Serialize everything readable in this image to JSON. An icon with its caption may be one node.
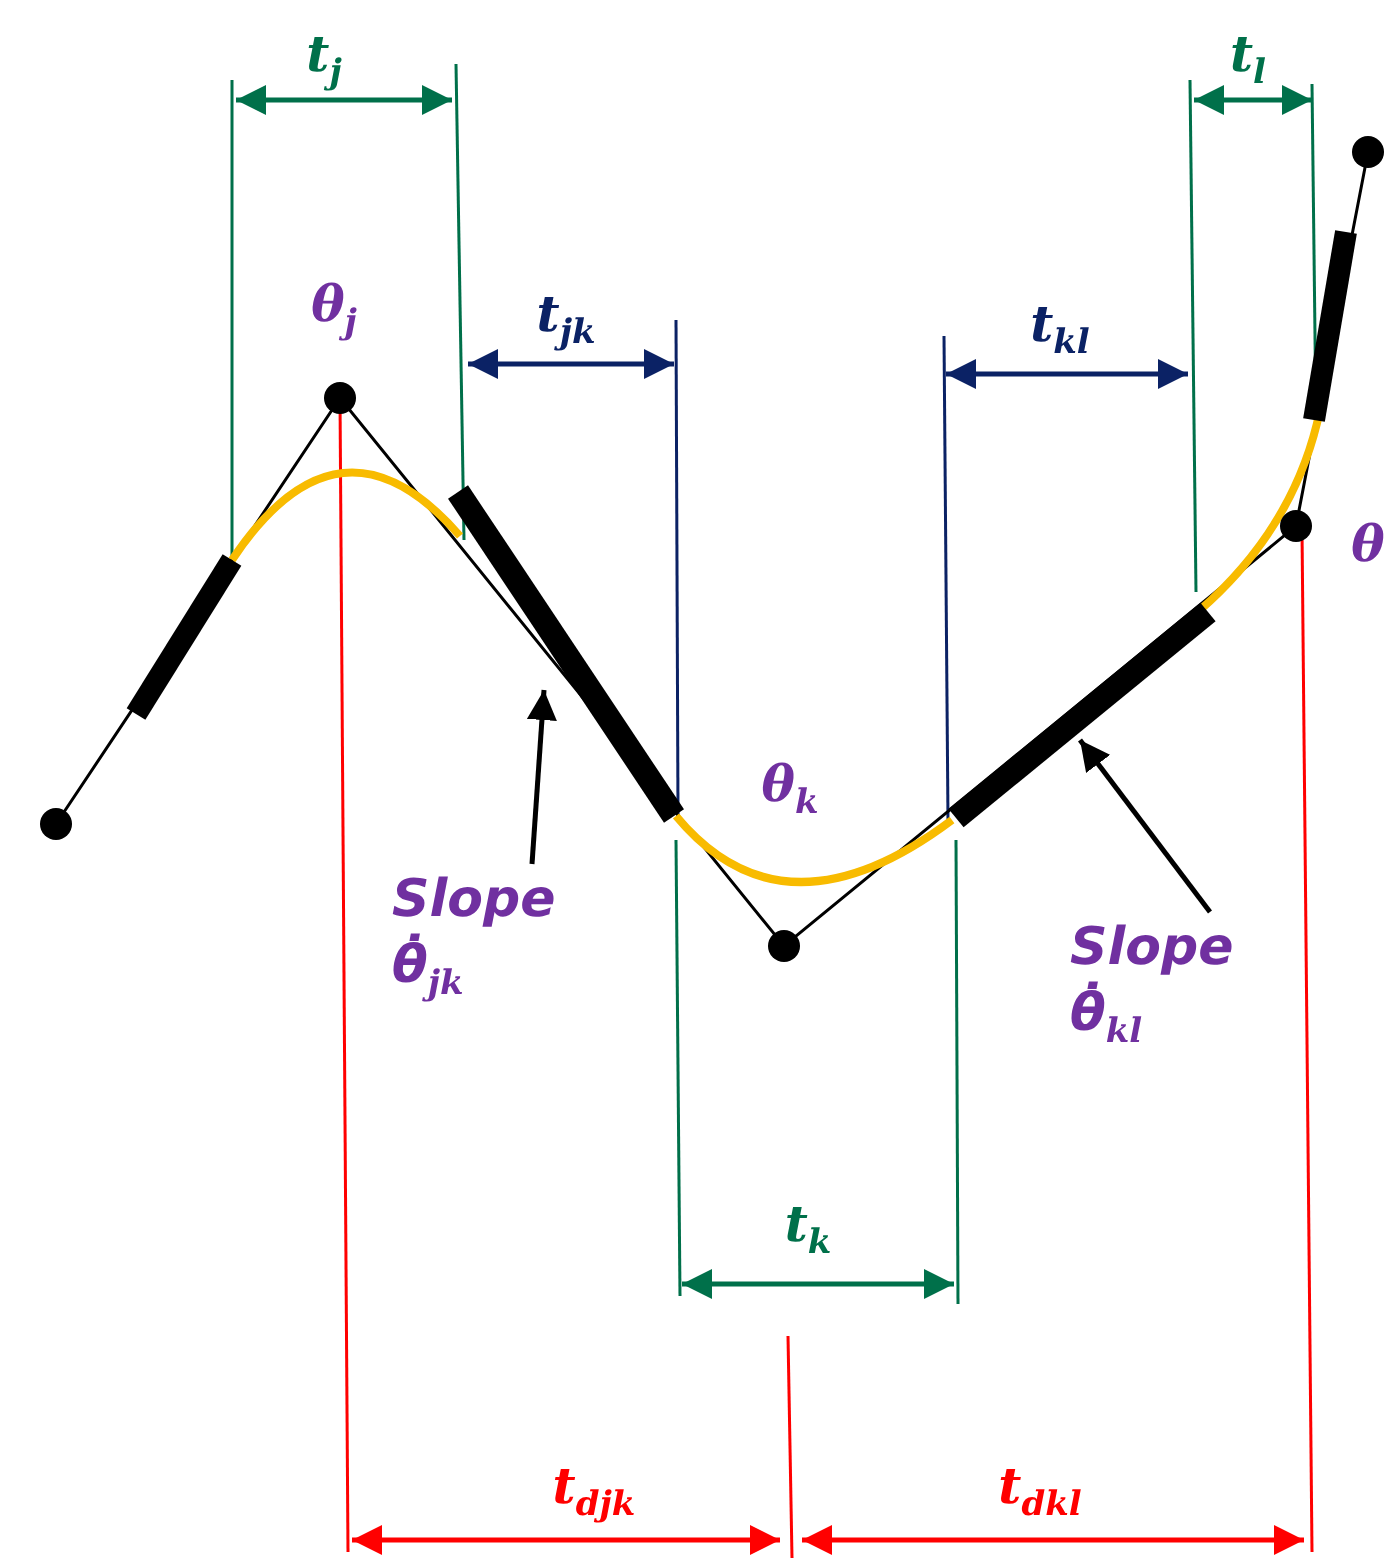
{
  "diagram": {
    "nodes": [
      {
        "text": [
          "Slope θ̇$_{jk}$"
        ]
      },
      {
        "text": [],
        "shape": "bar"
      },
      {
        "text": [
          "Slope θ̇$_{kl}$"
        ]
      },
      {
        "text": [],
        "shape": "bar"
      }
    ],
    "edges": [
      {
        "from": 0,
        "to": 1,
        "arrow": "to"
      },
      {
        "from": 2,
        "to": 3,
        "arrow": "to"
      }
    ],
    "labels": [
      "t$_{j}$",
      "t$_{l}$",
      "θ$_{j}$",
      "t$_{jk}$",
      "t$_{kl}$",
      "θ",
      "θ$_{k}$",
      "t$_{k}$",
      "t$_{djk}$",
      "t$_{dkl}$"
    ]
  }
}
